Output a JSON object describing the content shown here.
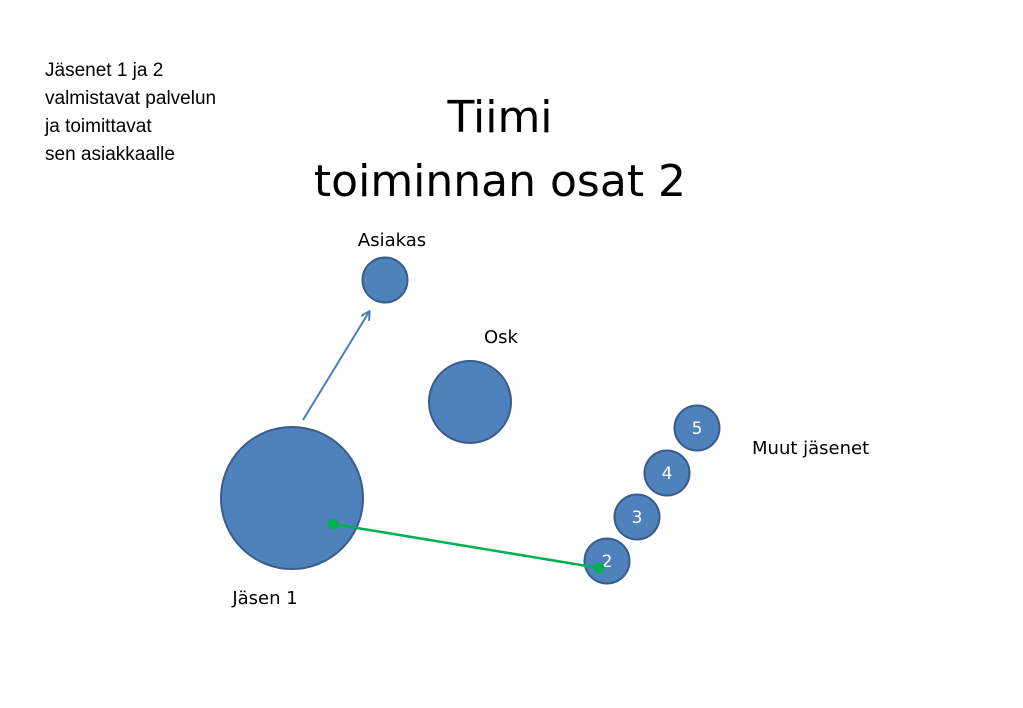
{
  "note": {
    "lines": [
      "Jäsenet 1 ja 2",
      "valmistavat palvelun",
      "ja toimittavat",
      "sen asiakkaalle"
    ]
  },
  "title": {
    "line1": "Tiimi",
    "line2": "toiminnan osat 2"
  },
  "nodes": {
    "asiakas": {
      "label": "Asiakas"
    },
    "osk": {
      "label": "Osk"
    },
    "jasen1": {
      "label": "Jäsen 1"
    },
    "muut": {
      "label": "Muut jäsenet"
    },
    "members": [
      "2",
      "3",
      "4",
      "5"
    ]
  },
  "colors": {
    "circle_fill": "#4f81bd",
    "circle_stroke": "#385d8a",
    "arrow": "#4a7ebb",
    "connector": "#00b050"
  }
}
